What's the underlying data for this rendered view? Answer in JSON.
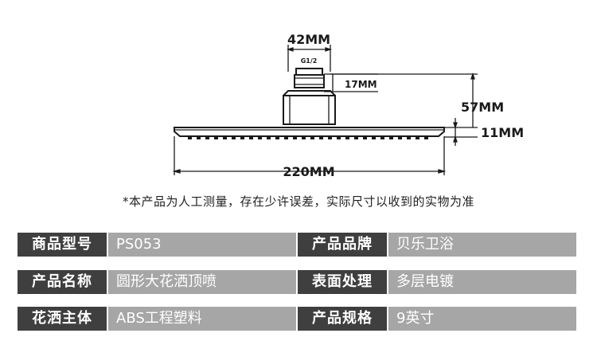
{
  "drawing": {
    "dims": {
      "connector_width": "42MM",
      "thread": "G1/2",
      "nut_height": "17MM",
      "total_height": "57MM",
      "head_thickness": "11MM",
      "diameter": "220MM"
    }
  },
  "note": "*本产品为人工测量，存在少许误差，实际尺寸以收到的实物为准",
  "specs": [
    {
      "label": "商品型号",
      "value": "PS053",
      "label2": "产品品牌",
      "value2": "贝乐卫浴"
    },
    {
      "label": "产品名称",
      "value": "圆形大花洒顶喷",
      "label2": "表面处理",
      "value2": "多层电镀"
    },
    {
      "label": "花洒主体",
      "value": "ABS工程塑料",
      "label2": "产品规格",
      "value2": "9英寸"
    }
  ]
}
